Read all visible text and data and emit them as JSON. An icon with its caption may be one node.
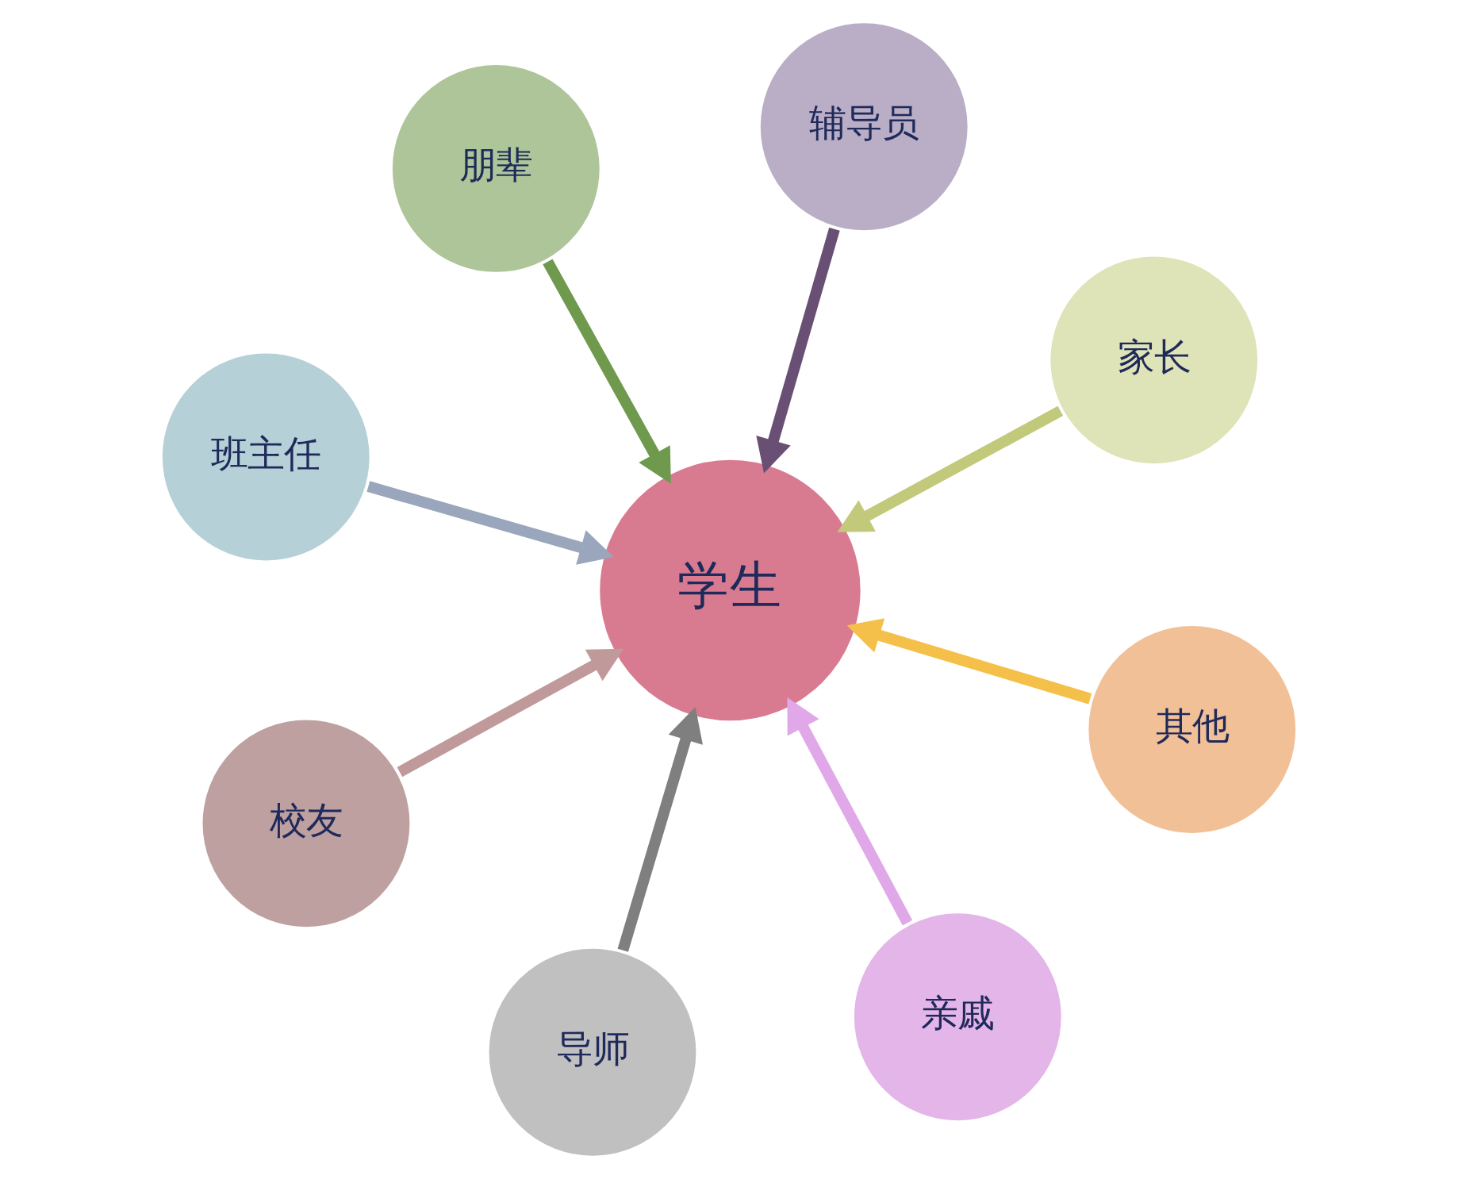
{
  "diagram": {
    "nodes": [
      {
        "text": [
          "班主任"
        ]
      },
      {
        "text": [
          "家长"
        ]
      },
      {
        "text": [
          "亲戚"
        ]
      },
      {
        "text": [
          "辅导员"
        ]
      },
      {
        "text": [
          "学生"
        ]
      },
      {
        "text": [
          "朋辈"
        ]
      },
      {
        "text": [
          "校友"
        ]
      },
      {
        "text": [
          "其他"
        ]
      },
      {
        "text": [
          "导师"
        ]
      }
    ],
    "edges": [
      {
        "from": 0,
        "to": 4,
        "arrow": "to",
        "color": "#9aa6bb"
      },
      {
        "from": 1,
        "to": 4,
        "arrow": "to",
        "color": "#c2c97a"
      },
      {
        "from": 2,
        "to": 4,
        "arrow": "to",
        "color": "#e0a8e8"
      },
      {
        "from": 3,
        "to": 4,
        "arrow": "to",
        "color": "#6a4f75"
      },
      {
        "from": 5,
        "to": 4,
        "arrow": "to",
        "color": "#6f9a4e"
      },
      {
        "from": 6,
        "to": 4,
        "arrow": "to",
        "color": "#c09a9a"
      },
      {
        "from": 7,
        "to": 4,
        "arrow": "to",
        "color": "#f5c04a"
      },
      {
        "from": 8,
        "to": 4,
        "arrow": "to",
        "color": "#7f7f7f"
      }
    ]
  }
}
